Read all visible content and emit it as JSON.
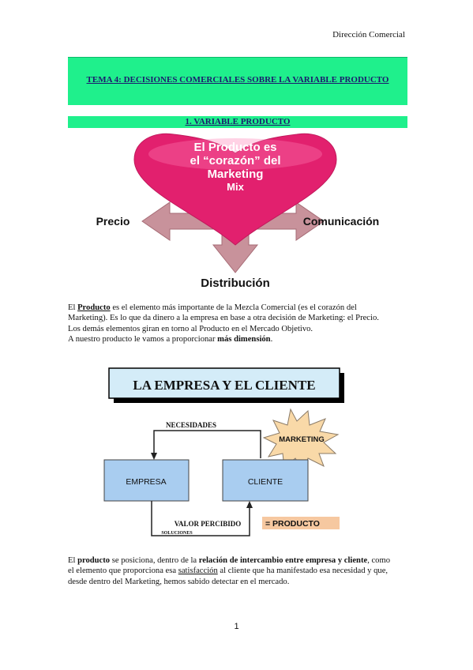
{
  "header": {
    "right_text": "Dirección Comercial"
  },
  "tema": {
    "title": "TEMA 4: DECISIONES COMERCIALES SOBRE LA VARIABLE PRODUCTO"
  },
  "section": {
    "title": "1.   VARIABLE PRODUCTO"
  },
  "heart_diagram": {
    "heart_lines": [
      "El Producto es",
      "el “corazón” del",
      "Marketing",
      "Mix"
    ],
    "left_label": "Precio",
    "right_label": "Comunicación",
    "bottom_label": "Distribución",
    "colors": {
      "heart": "#e2206e",
      "arrow": "#c9909a"
    }
  },
  "paragraph1": {
    "line1_pre": "El ",
    "line1_bold": "Producto",
    "line1_post": " es el elemento más importante de la Mezcla Comercial (es el corazón del",
    "line2": "Marketing). Es lo que da dinero a la empresa en base a otra decisión de Marketing: el Precio.",
    "line3": "Los demás elementos giran en torno al Producto en el Mercado Objetivo.",
    "line4_pre": "A nuestro producto le vamos a proporcionar ",
    "line4_bold": "más dimensión",
    "line4_post": "."
  },
  "empresa_diagram": {
    "title": "LA  EMPRESA  Y EL CLIENTE",
    "necesidades": "NECESIDADES",
    "marketing": "MARKETING",
    "empresa": "EMPRESA",
    "cliente": "CLIENTE",
    "valor": "VALOR  PERCIBIDO",
    "soluciones": "SOLUCIONES",
    "producto": "= PRODUCTO",
    "colors": {
      "box": "#a9cdf0",
      "star": "#f9d9a8",
      "producto_bg": "#f6c8a0"
    }
  },
  "paragraph2": {
    "l1_a": "El ",
    "l1_b": "producto",
    "l1_c": " se posiciona, dentro de la ",
    "l1_d": "relación de intercambio entre empresa y cliente",
    "l1_e": ", como",
    "l2_a": "el elemento que proporciona esa ",
    "l2_b": "satisfacción",
    "l2_c": " al cliente que ha manifestado esa necesidad y que,",
    "l3": "desde dentro del Marketing, hemos sabido detectar en el mercado."
  },
  "footer": {
    "page_number": "1"
  }
}
